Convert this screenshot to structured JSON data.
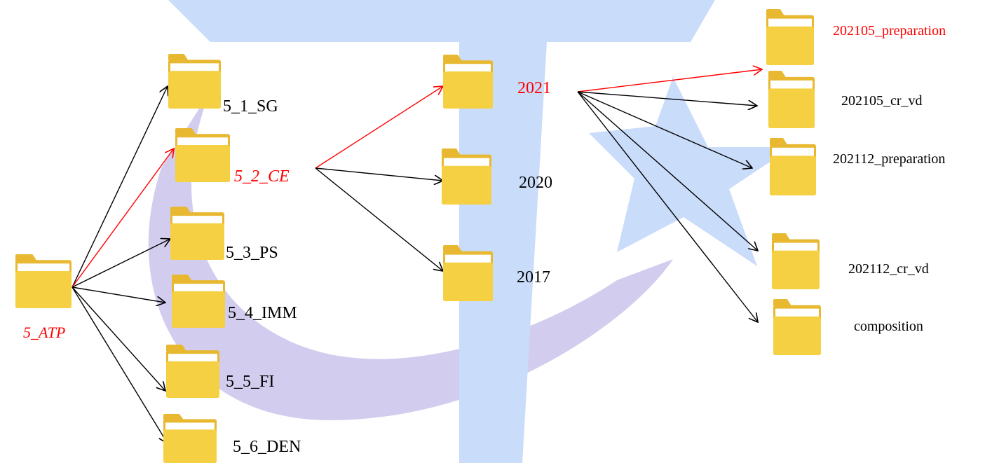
{
  "colors": {
    "highlight": "#ff0000",
    "normal": "#000000",
    "folder_back": "#e8b830",
    "folder_front": "#f5d042",
    "folder_paper": "#ffffff",
    "watermark_blue": "#c9dcfa",
    "watermark_purple": "#d2cdee"
  },
  "icons": {
    "folder": "folder-icon"
  },
  "root": {
    "label": "5_ATP",
    "highlight": true,
    "italic": true
  },
  "level1": [
    {
      "label": "5_1_SG",
      "highlight": false,
      "italic": false
    },
    {
      "label": "5_2_CE",
      "highlight": true,
      "italic": true
    },
    {
      "label": "5_3_PS",
      "highlight": false,
      "italic": false
    },
    {
      "label": "5_4_IMM",
      "highlight": false,
      "italic": false
    },
    {
      "label": "5_5_FI",
      "highlight": false,
      "italic": false
    },
    {
      "label": "5_6_DEN",
      "highlight": false,
      "italic": false
    }
  ],
  "level2": [
    {
      "label": "2021",
      "highlight": true,
      "italic": false
    },
    {
      "label": "2020",
      "highlight": false,
      "italic": false
    },
    {
      "label": "2017",
      "highlight": false,
      "italic": false
    }
  ],
  "level3": [
    {
      "label": "202105_preparation",
      "highlight": true,
      "italic": false
    },
    {
      "label": "202105_cr_vd",
      "highlight": false,
      "italic": false
    },
    {
      "label": "202112_preparation",
      "highlight": false,
      "italic": false
    },
    {
      "label": "202112_cr_vd",
      "highlight": false,
      "italic": false
    },
    {
      "label": "composition",
      "highlight": false,
      "italic": false
    }
  ]
}
